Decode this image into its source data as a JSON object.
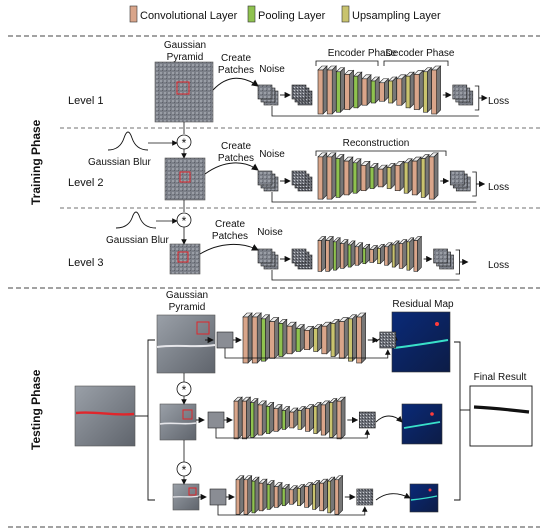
{
  "legend": {
    "conv": "Convolutional Layer",
    "pool": "Pooling Layer",
    "upsample": "Upsampling Layer"
  },
  "colors": {
    "conv": "#d9a58a",
    "pool": "#8fc24f",
    "upsample": "#c9c36e",
    "patch": "#8a8d94",
    "mask": "#e0262b",
    "dash": "#444444",
    "residual_bg": "#0b2a6a"
  },
  "training": {
    "phase_label": "Training Phase",
    "level1": "Level 1",
    "level2": "Level 2",
    "level3": "Level 3",
    "pyramid_line1": "Gaussian",
    "pyramid_line2": "Pyramid",
    "create_line1": "Create",
    "create_line2": "Patches",
    "noise": "Noise",
    "encoder": "Encoder Phase",
    "decoder": "Decoder Phase",
    "reconstruction": "Reconstruction",
    "loss": "Loss",
    "blur": "Gaussian Blur",
    "convolve_symbol": "*"
  },
  "testing": {
    "phase_label": "Testing Phase",
    "pyramid_line1": "Gaussian",
    "pyramid_line2": "Pyramid",
    "residual": "Residual Map",
    "final": "Final Result",
    "convolve_symbol": "*"
  }
}
